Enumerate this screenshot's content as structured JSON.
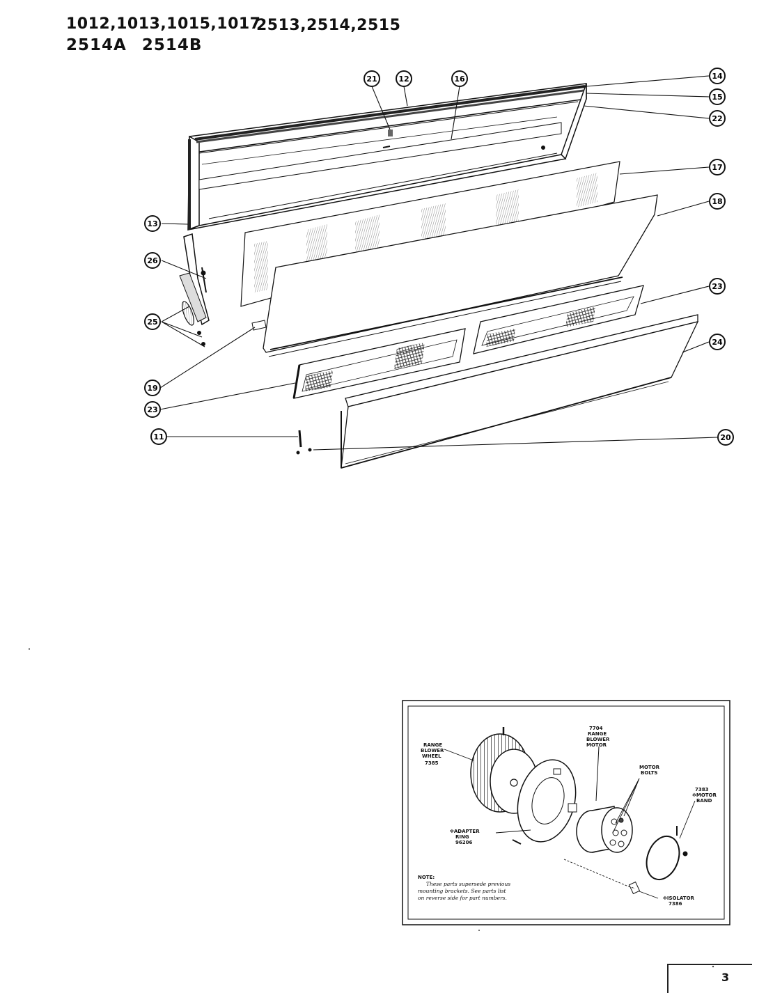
{
  "header": {
    "models_line1": "1012,1013,1015,1017",
    "models_line2": "2513,2514,2515",
    "models_line3": [
      "2514A",
      "2514B"
    ]
  },
  "callouts": [
    "21",
    "12",
    "16",
    "14",
    "15",
    "22",
    "17",
    "13",
    "18",
    "26",
    "23",
    "25",
    "24",
    "19",
    "23",
    "11",
    "20"
  ],
  "inset": {
    "labels": {
      "blower_wheel": [
        "RANGE",
        "BLOWER",
        "WHEEL",
        "7385"
      ],
      "blower_motor": [
        "7704",
        "RANGE",
        "BLOWER",
        "MOTOR"
      ],
      "motor_bolts": [
        "MOTOR",
        "BOLTS"
      ],
      "motor_band": [
        "7383",
        "✻MOTOR",
        "BAND"
      ],
      "adapter_ring": [
        "✻ADAPTER",
        "RING",
        "96206"
      ],
      "isolator": [
        "✻ISOLATOR",
        "7386"
      ]
    },
    "note_title": "NOTE:",
    "note_lines": [
      "These parts supersede previous",
      "mounting brackets.  See parts list",
      "on reverse side for part numbers."
    ]
  },
  "footer": {
    "page_number": "3"
  }
}
